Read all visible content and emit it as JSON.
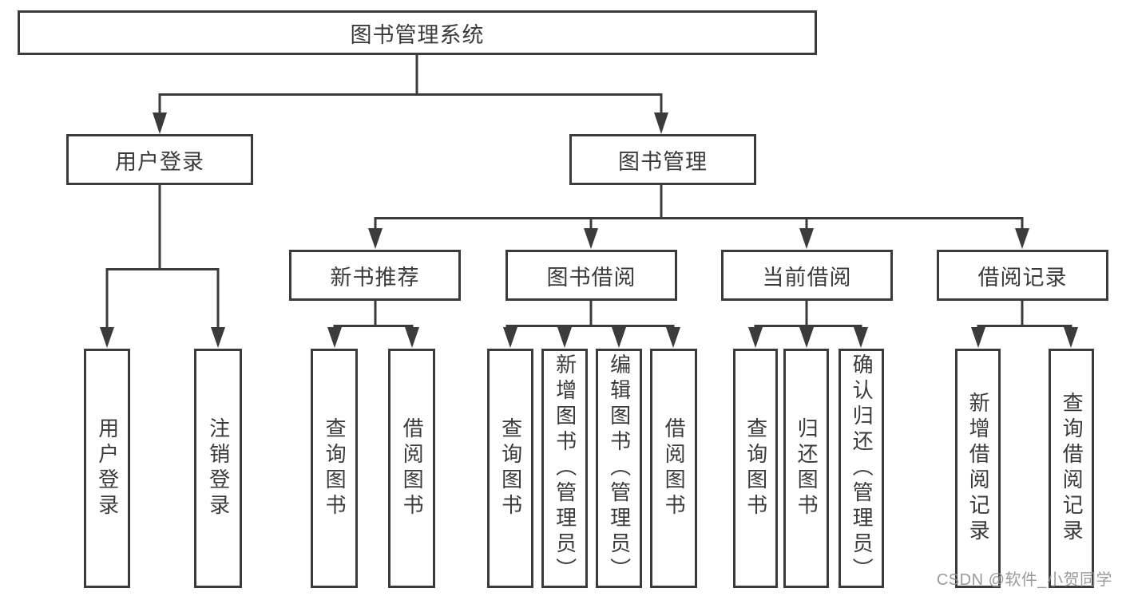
{
  "diagram_type": "hierarchy-tree",
  "tree": {
    "label": "图书管理系统",
    "children": [
      {
        "label": "用户登录",
        "children": [
          {
            "label": "用户登录"
          },
          {
            "label": "注销登录"
          }
        ]
      },
      {
        "label": "图书管理",
        "children": [
          {
            "label": "新书推荐",
            "children": [
              {
                "label": "查询图书"
              },
              {
                "label": "借阅图书"
              }
            ]
          },
          {
            "label": "图书借阅",
            "children": [
              {
                "label": "查询图书"
              },
              {
                "label": "新增图书（管理员）"
              },
              {
                "label": "编辑图书（管理员）"
              },
              {
                "label": "借阅图书"
              }
            ]
          },
          {
            "label": "当前借阅",
            "children": [
              {
                "label": "查询图书"
              },
              {
                "label": "归还图书"
              },
              {
                "label": "确认归还（管理员）"
              }
            ]
          },
          {
            "label": "借阅记录",
            "children": [
              {
                "label": "新增借阅记录"
              },
              {
                "label": "查询借阅记录"
              }
            ]
          }
        ]
      }
    ]
  },
  "watermark": "CSDN @软件_小贺同学",
  "colors": {
    "line": "#3b3b3b",
    "box_border": "#3b3b3b",
    "text": "#3a3a3a",
    "watermark_text": "#919191",
    "background": "#ffffff"
  }
}
